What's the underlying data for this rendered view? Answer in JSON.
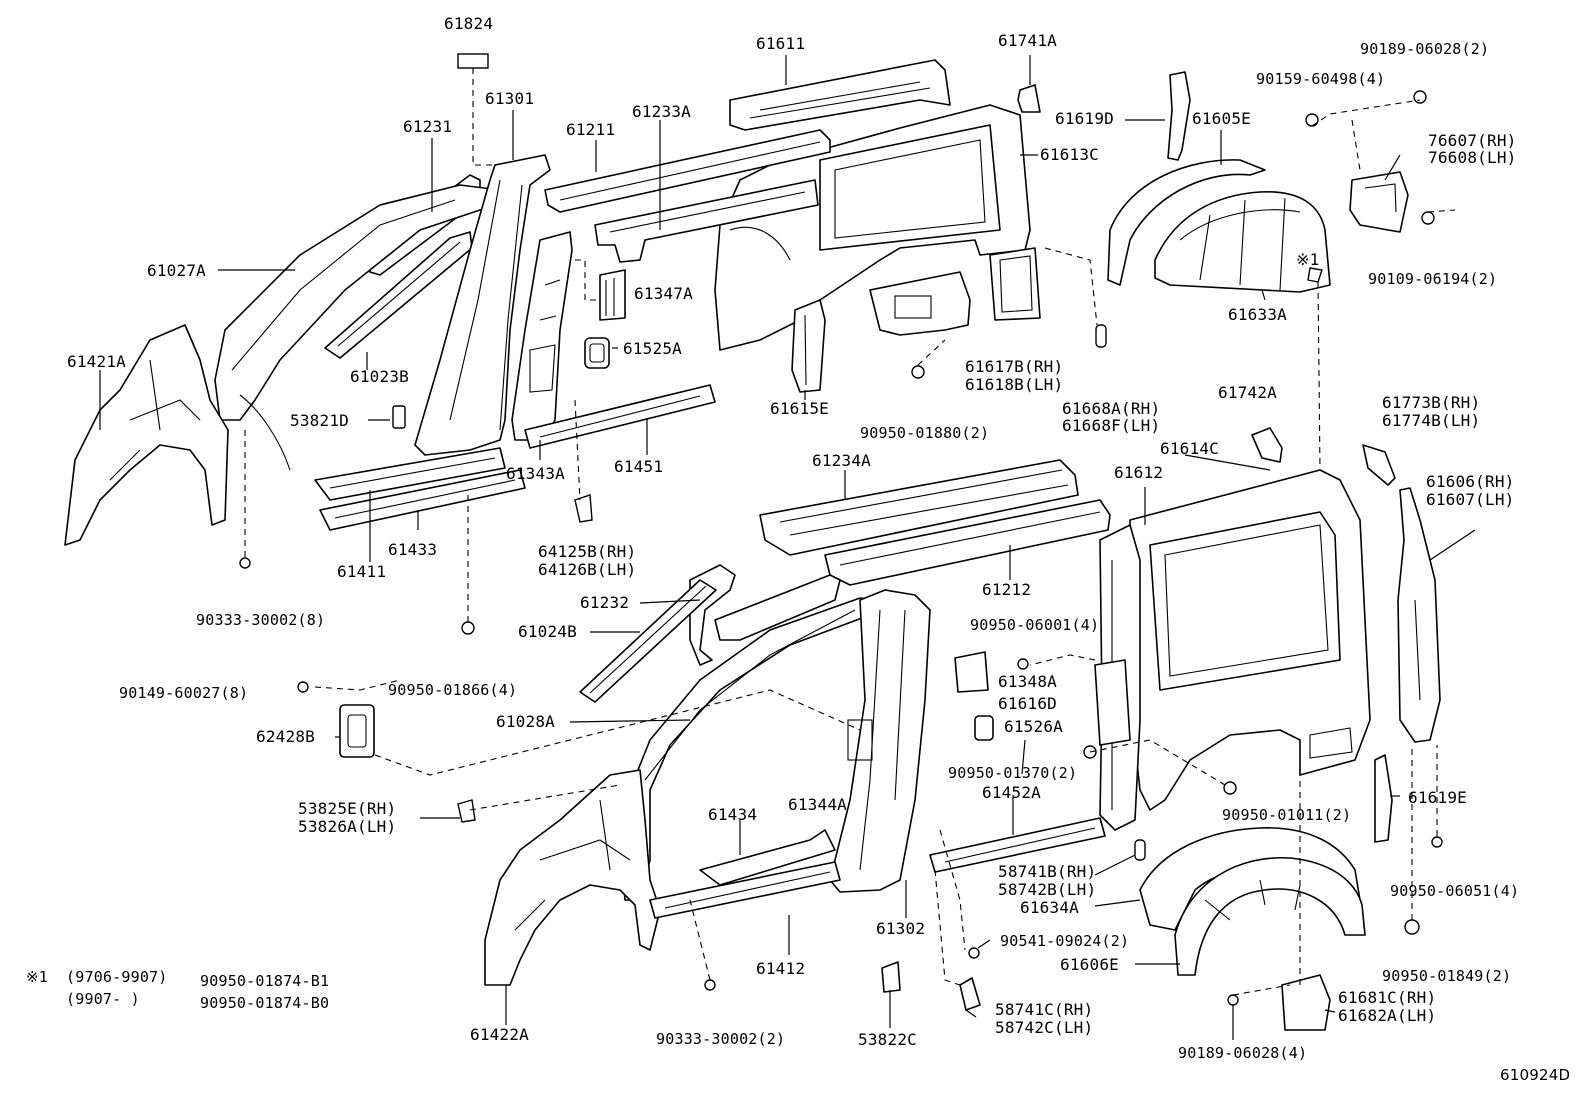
{
  "diagram_id": "610924D",
  "note": {
    "mark": "※1",
    "row1_range": "(9706-9907)",
    "row1_part": "90950-01874-B1",
    "row2_range": "(9907-        )",
    "row2_part": "90950-01874-B0"
  },
  "labels": [
    {
      "id": "l61824",
      "text": "61824"
    },
    {
      "id": "l61611",
      "text": "61611"
    },
    {
      "id": "l61741A",
      "text": "61741A"
    },
    {
      "id": "l90189_top",
      "text": "90189-06028(2)"
    },
    {
      "id": "l90159",
      "text": "90159-60498(4)"
    },
    {
      "id": "l61301",
      "text": "61301"
    },
    {
      "id": "l61231",
      "text": "61231"
    },
    {
      "id": "l61211",
      "text": "61211"
    },
    {
      "id": "l61233A",
      "text": "61233A"
    },
    {
      "id": "l61619D",
      "text": "61619D"
    },
    {
      "id": "l61605E",
      "text": "61605E"
    },
    {
      "id": "l61613C",
      "text": "61613C"
    },
    {
      "id": "l76607",
      "text": "76607(RH)"
    },
    {
      "id": "l76608",
      "text": "76608(LH)"
    },
    {
      "id": "l61027A",
      "text": "61027A"
    },
    {
      "id": "l61347A",
      "text": "61347A"
    },
    {
      "id": "l90109",
      "text": "90109-06194(2)"
    },
    {
      "id": "l61633A",
      "text": "61633A"
    },
    {
      "id": "l61421A",
      "text": "61421A"
    },
    {
      "id": "l61023B",
      "text": "61023B"
    },
    {
      "id": "l61525A",
      "text": "61525A"
    },
    {
      "id": "l61617B",
      "text": "61617B(RH)"
    },
    {
      "id": "l61618B",
      "text": "61618B(LH)"
    },
    {
      "id": "l61742A",
      "text": "61742A"
    },
    {
      "id": "l61668A",
      "text": "61668A(RH)"
    },
    {
      "id": "l61668F",
      "text": "61668F(LH)"
    },
    {
      "id": "l61773B",
      "text": "61773B(RH)"
    },
    {
      "id": "l61774B",
      "text": "61774B(LH)"
    },
    {
      "id": "l53821D",
      "text": "53821D"
    },
    {
      "id": "l61615E",
      "text": "61615E"
    },
    {
      "id": "l61343A",
      "text": "61343A"
    },
    {
      "id": "l61451",
      "text": "61451"
    },
    {
      "id": "l90950_01880",
      "text": "90950-01880(2)"
    },
    {
      "id": "l61234A",
      "text": "61234A"
    },
    {
      "id": "l61614C",
      "text": "61614C"
    },
    {
      "id": "l61612",
      "text": "61612"
    },
    {
      "id": "l61606",
      "text": "61606(RH)"
    },
    {
      "id": "l61607",
      "text": "61607(LH)"
    },
    {
      "id": "l61411",
      "text": "61411"
    },
    {
      "id": "l61433",
      "text": "61433"
    },
    {
      "id": "l64125B",
      "text": "64125B(RH)"
    },
    {
      "id": "l64126B",
      "text": "64126B(LH)"
    },
    {
      "id": "l61212",
      "text": "61212"
    },
    {
      "id": "l90333_8",
      "text": "90333-30002(8)"
    },
    {
      "id": "l61232",
      "text": "61232"
    },
    {
      "id": "l61024B",
      "text": "61024B"
    },
    {
      "id": "l90950_06001",
      "text": "90950-06001(4)"
    },
    {
      "id": "l90149",
      "text": "90149-60027(8)"
    },
    {
      "id": "l90950_01866",
      "text": "90950-01866(4)"
    },
    {
      "id": "l61348A",
      "text": "61348A"
    },
    {
      "id": "l61616D",
      "text": "61616D"
    },
    {
      "id": "l61028A",
      "text": "61028A"
    },
    {
      "id": "l62428B",
      "text": "62428B"
    },
    {
      "id": "l61526A",
      "text": "61526A"
    },
    {
      "id": "l90950_01370",
      "text": "90950-01370(2)"
    },
    {
      "id": "l53825E",
      "text": "53825E(RH)"
    },
    {
      "id": "l53826A",
      "text": "53826A(LH)"
    },
    {
      "id": "l61344A",
      "text": "61344A"
    },
    {
      "id": "l61452A",
      "text": "61452A"
    },
    {
      "id": "l61619E",
      "text": "61619E"
    },
    {
      "id": "l90950_01011",
      "text": "90950-01011(2)"
    },
    {
      "id": "l61434",
      "text": "61434"
    },
    {
      "id": "l58741B",
      "text": "58741B(RH)"
    },
    {
      "id": "l58742B",
      "text": "58742B(LH)"
    },
    {
      "id": "l90950_06051",
      "text": "90950-06051(4)"
    },
    {
      "id": "l61634A",
      "text": "61634A"
    },
    {
      "id": "l61302",
      "text": "61302"
    },
    {
      "id": "l90541",
      "text": "90541-09024(2)"
    },
    {
      "id": "l61606E",
      "text": "61606E"
    },
    {
      "id": "l61412",
      "text": "61412"
    },
    {
      "id": "l90950_01849",
      "text": "90950-01849(2)"
    },
    {
      "id": "l61681C",
      "text": "61681C(RH)"
    },
    {
      "id": "l61682A",
      "text": "61682A(LH)"
    },
    {
      "id": "l58741C",
      "text": "58741C(RH)"
    },
    {
      "id": "l58742C",
      "text": "58742C(LH)"
    },
    {
      "id": "l61422A",
      "text": "61422A"
    },
    {
      "id": "l90333_2",
      "text": "90333-30002(2)"
    },
    {
      "id": "l53822C",
      "text": "53822C"
    },
    {
      "id": "l90189_bot",
      "text": "90189-06028(4)"
    },
    {
      "id": "l_mark1",
      "text": "※1"
    }
  ]
}
